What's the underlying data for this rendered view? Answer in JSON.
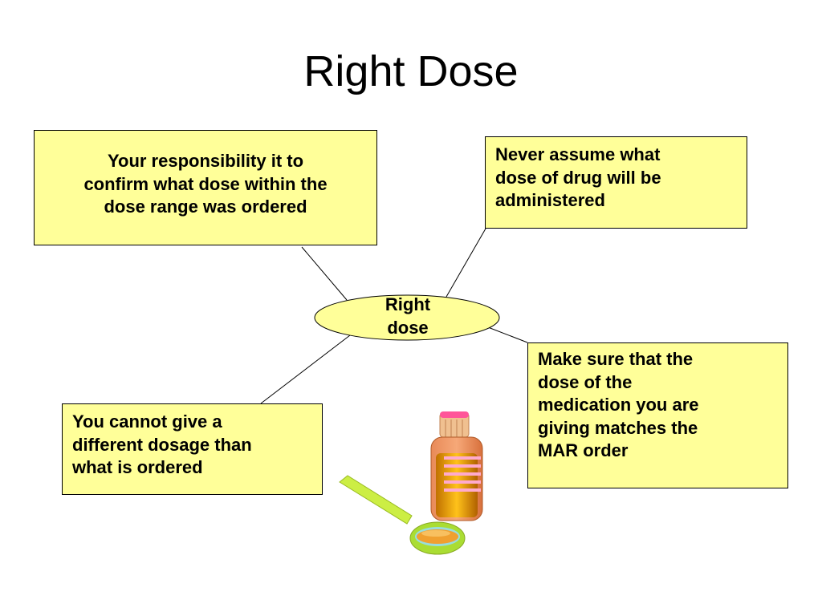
{
  "slide": {
    "title": "Right Dose",
    "center_node": {
      "lines": [
        "Right",
        "dose"
      ]
    },
    "boxes": [
      {
        "id": "box-a",
        "lines": [
          "Your responsibility it to",
          "confirm what dose within the",
          "dose range was ordered"
        ]
      },
      {
        "id": "box-b",
        "lines": [
          "Never assume what",
          "dose of drug will be",
          "administered"
        ]
      },
      {
        "id": "box-c",
        "lines": [
          "Make sure that the",
          "dose of the",
          "medication you are",
          "giving matches the",
          "MAR order"
        ]
      },
      {
        "id": "box-d",
        "lines": [
          "You cannot give a",
          "different dosage than",
          "what is ordered"
        ]
      }
    ],
    "colors": {
      "box_fill": "#ffff99",
      "ellipse_fill": "#ffff99",
      "line_color": "#000000"
    },
    "clipart": {
      "icon": "medicine-bottle-and-spoon-icon"
    }
  }
}
